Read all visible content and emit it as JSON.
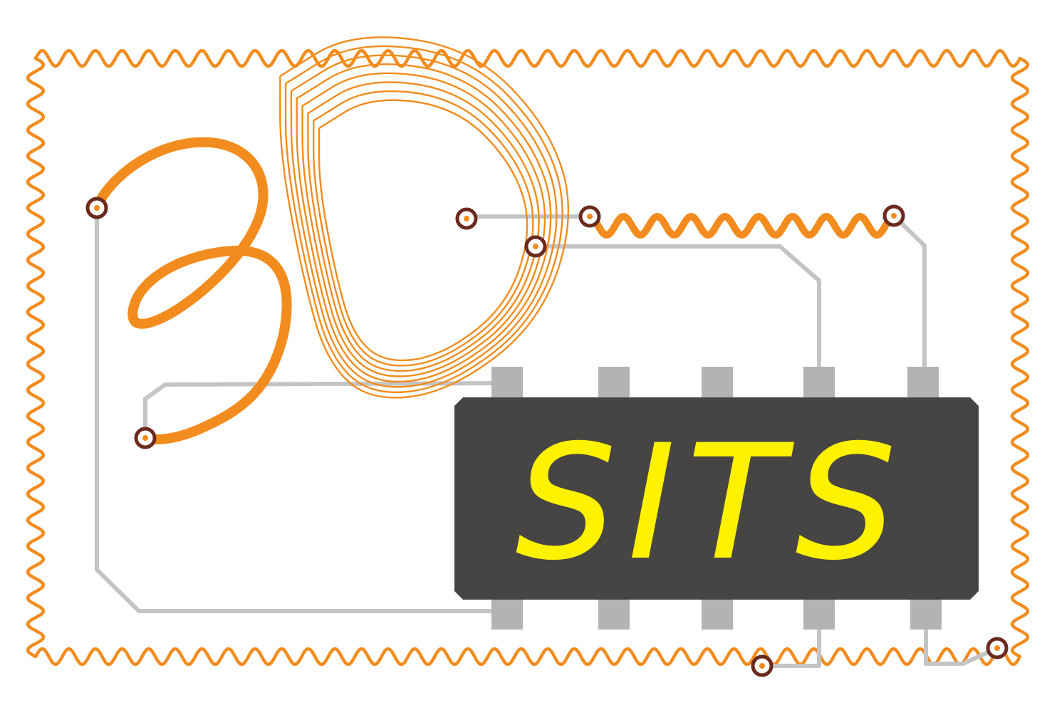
{
  "logo": {
    "text_3d": "3D",
    "chip_label": "SITS"
  },
  "colors": {
    "background": "#ffffff",
    "orange": "#f28c1e",
    "trace_gray": "#c4c4c4",
    "pad_gray": "#b3b3b3",
    "chip_body": "#474544",
    "chip_text": "#fff200",
    "via_ring": "#6b2a1e"
  },
  "icons": [
    "stamp-border",
    "chip",
    "coil",
    "via"
  ]
}
